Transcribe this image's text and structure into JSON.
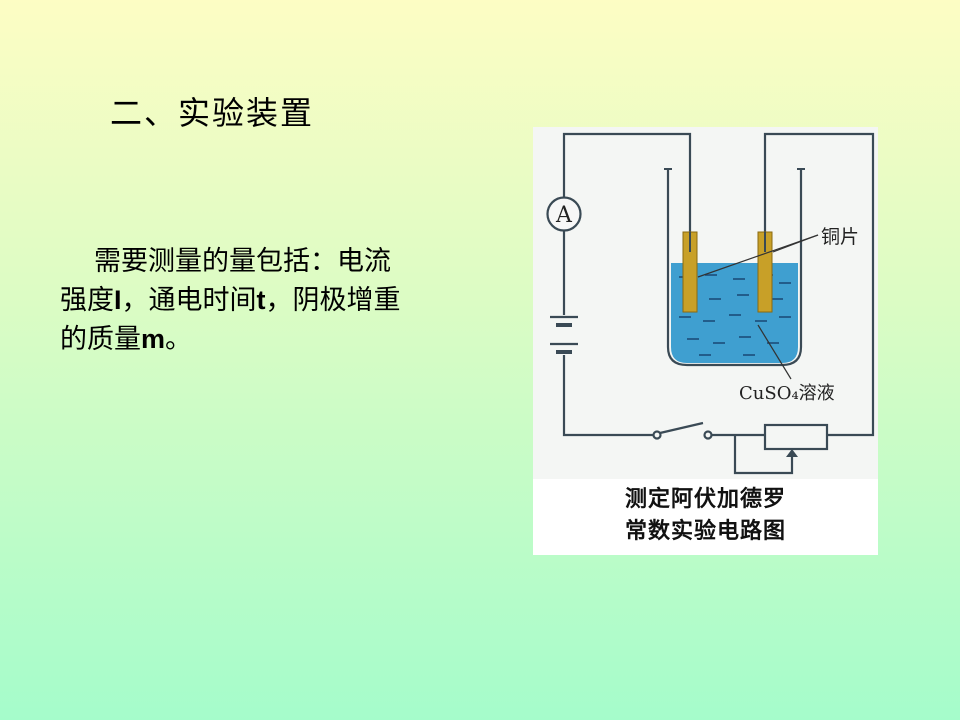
{
  "slide": {
    "title": "二、实验装置",
    "body": {
      "line1": "需要测量的量包括：电流",
      "line2_a": "强度",
      "line2_i": "I",
      "line2_b": "，通电时间",
      "line2_t": "t",
      "line2_c": "，阴极增重",
      "line3_a": "的质量",
      "line3_m": "m",
      "line3_b": "。"
    }
  },
  "figure": {
    "ammeter_label": "A",
    "copper_label": "铜片",
    "solution_label": "CuSO₄溶液",
    "caption_line1": "测定阿伏加德罗",
    "caption_line2": "常数实验电路图",
    "icons": [
      "ammeter-icon",
      "battery-icon",
      "switch-icon",
      "rheostat-icon",
      "beaker-icon",
      "electrode-icon"
    ]
  }
}
